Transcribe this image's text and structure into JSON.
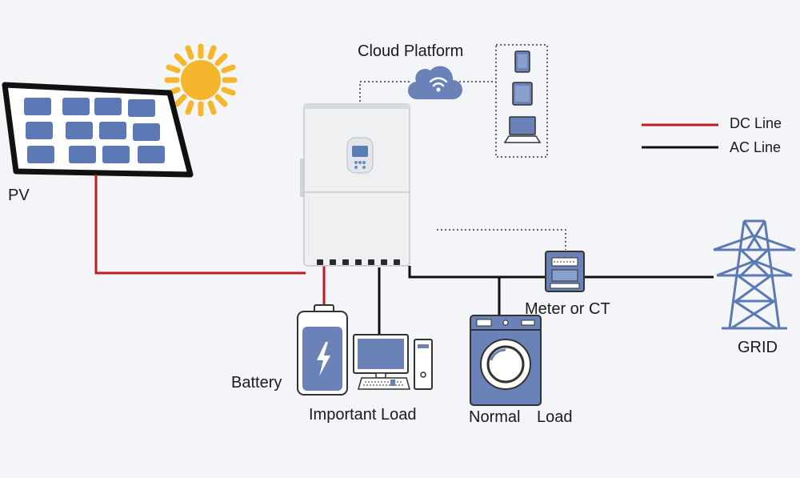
{
  "labels": {
    "pv": "PV",
    "cloud": "Cloud Platform",
    "dc_line": "DC Line",
    "ac_line": "AC Line",
    "meter": "Meter or CT",
    "grid": "GRID",
    "battery": "Battery",
    "important_load": "Important Load",
    "normal": "Normal",
    "load": "Load"
  },
  "colors": {
    "dc_line": "#c01a22",
    "ac_line": "#111111",
    "panel_cell": "#5b79b4",
    "device_fill": "#6a82b8",
    "sun": "#f5b52c",
    "background": "#f4f5f8"
  }
}
